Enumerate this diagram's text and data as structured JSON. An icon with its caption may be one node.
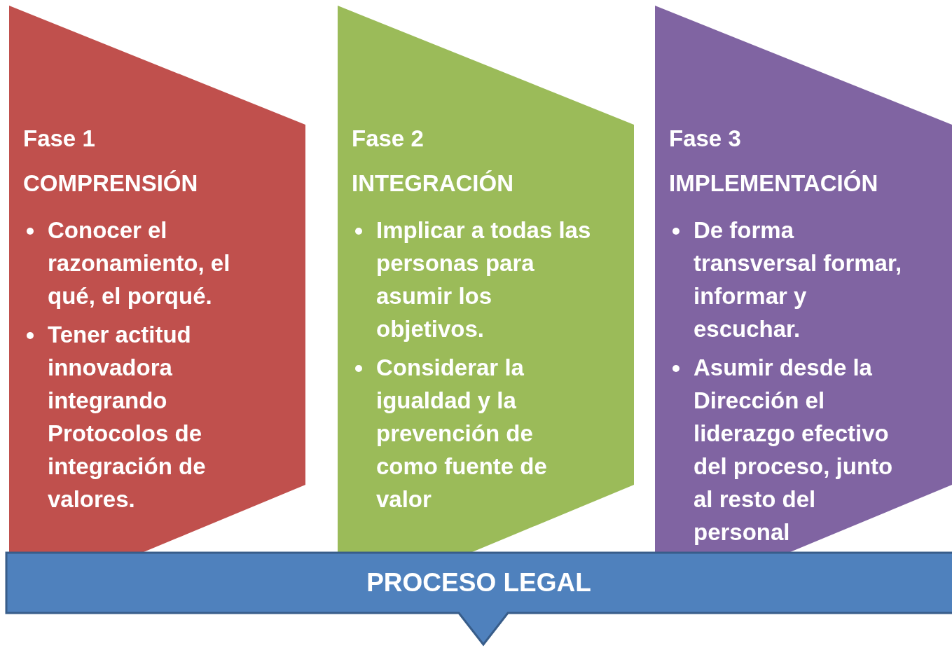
{
  "diagram": {
    "nodes": [
      {
        "text": [
          "Fase 1",
          "COMPRENSIÓN",
          "Conocer el razonamiento, el qué, el porqué.",
          "Tener actitud innovadora integrando Protocolos de integración de valores."
        ]
      },
      {
        "text": [
          "Fase 2",
          "INTEGRACIÓN",
          "Implicar a todas las personas para asumir los objetivos.",
          "Considerar la igualdad y la prevención de como fuente de valor"
        ]
      },
      {
        "text": [
          "Fase 3",
          "IMPLEMENTACIÓN",
          "De forma transversal formar, informar y escuchar.",
          "Asumir desde la Dirección el liderazgo efectivo del proceso, junto al resto del personal"
        ]
      },
      {
        "text": [
          "PROCESO LEGAL"
        ]
      }
    ]
  }
}
